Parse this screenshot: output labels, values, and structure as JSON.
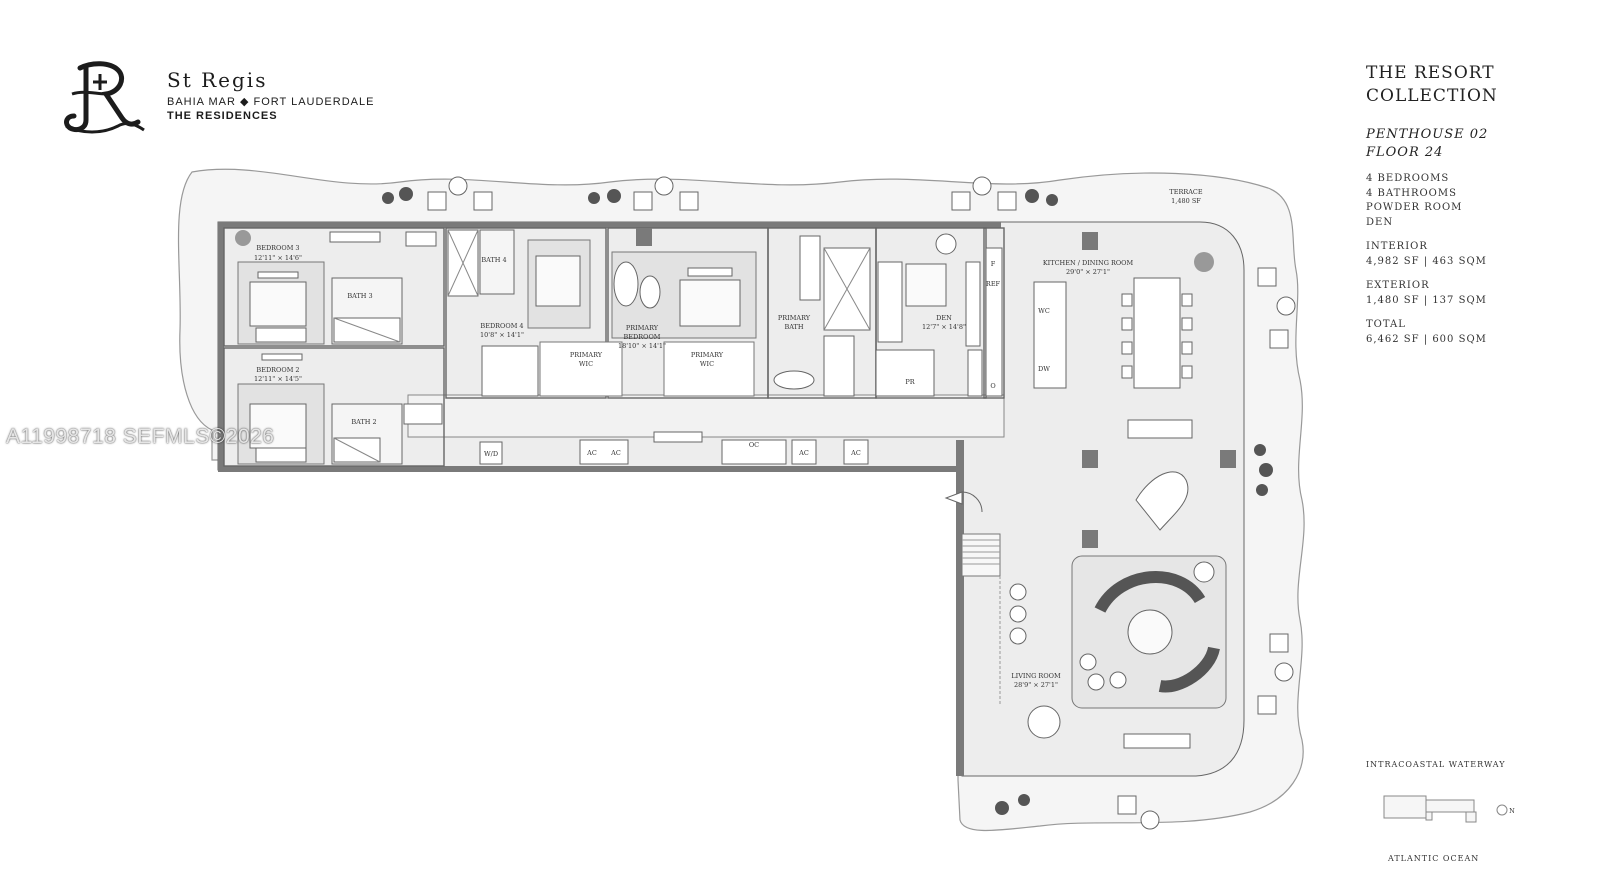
{
  "brand": {
    "name": "St Regis",
    "location": "BAHIA MAR ◆ FORT LAUDERDALE",
    "residences": "THE RESIDENCES"
  },
  "collection": {
    "line1": "THE RESORT",
    "line2": "COLLECTION"
  },
  "unit": {
    "line1": "PENTHOUSE 02",
    "line2": "FLOOR 24"
  },
  "summary": [
    "4 BEDROOMS",
    "4 BATHROOMS",
    "POWDER ROOM",
    "DEN"
  ],
  "areas": {
    "interior_label": "INTERIOR",
    "interior_value": "4,982 SF | 463 SQM",
    "exterior_label": "EXTERIOR",
    "exterior_value": "1,480 SF | 137 SQM",
    "total_label": "TOTAL",
    "total_value": "6,462 SF | 600 SQM"
  },
  "orientation": {
    "top_label": "INTRACOASTAL WATERWAY",
    "bottom_label": "ATLANTIC OCEAN",
    "north": "N"
  },
  "watermark": "A11998718  SEFMLS©2026",
  "rooms": {
    "terrace": {
      "name": "TERRACE",
      "size": "1,480 SF"
    },
    "bedroom3": {
      "name": "BEDROOM 3",
      "size": "12'11\" × 14'6\""
    },
    "bath3": {
      "name": "BATH 3"
    },
    "bedroom2": {
      "name": "BEDROOM 2",
      "size": "12'11\" × 14'5\""
    },
    "bath2": {
      "name": "BATH 2"
    },
    "bath4": {
      "name": "BATH 4"
    },
    "bedroom4": {
      "name": "BEDROOM 4",
      "size": "10'8\" × 14'1\""
    },
    "primary_wic_1": {
      "line1": "PRIMARY",
      "line2": "WIC"
    },
    "primary_bedroom": {
      "line1": "PRIMARY",
      "line2": "BEDROOM",
      "size": "18'10\" × 14'1\""
    },
    "primary_wic_2": {
      "line1": "PRIMARY",
      "line2": "WIC"
    },
    "primary_bath": {
      "line1": "PRIMARY",
      "line2": "BATH"
    },
    "den": {
      "name": "DEN",
      "size": "12'7\" × 14'8\""
    },
    "pr": {
      "name": "PR"
    },
    "kitchen": {
      "name": "KITCHEN / DINING ROOM",
      "size": "29'0\" × 27'1\""
    },
    "living": {
      "name": "LIVING ROOM",
      "size": "28'9\" × 27'1\""
    }
  },
  "fixtures": {
    "wd": "W/D",
    "ac": "AC",
    "oc": "OC",
    "ref": "REF",
    "f": "F",
    "wc": "WC",
    "dw": "DW",
    "o": "O"
  }
}
